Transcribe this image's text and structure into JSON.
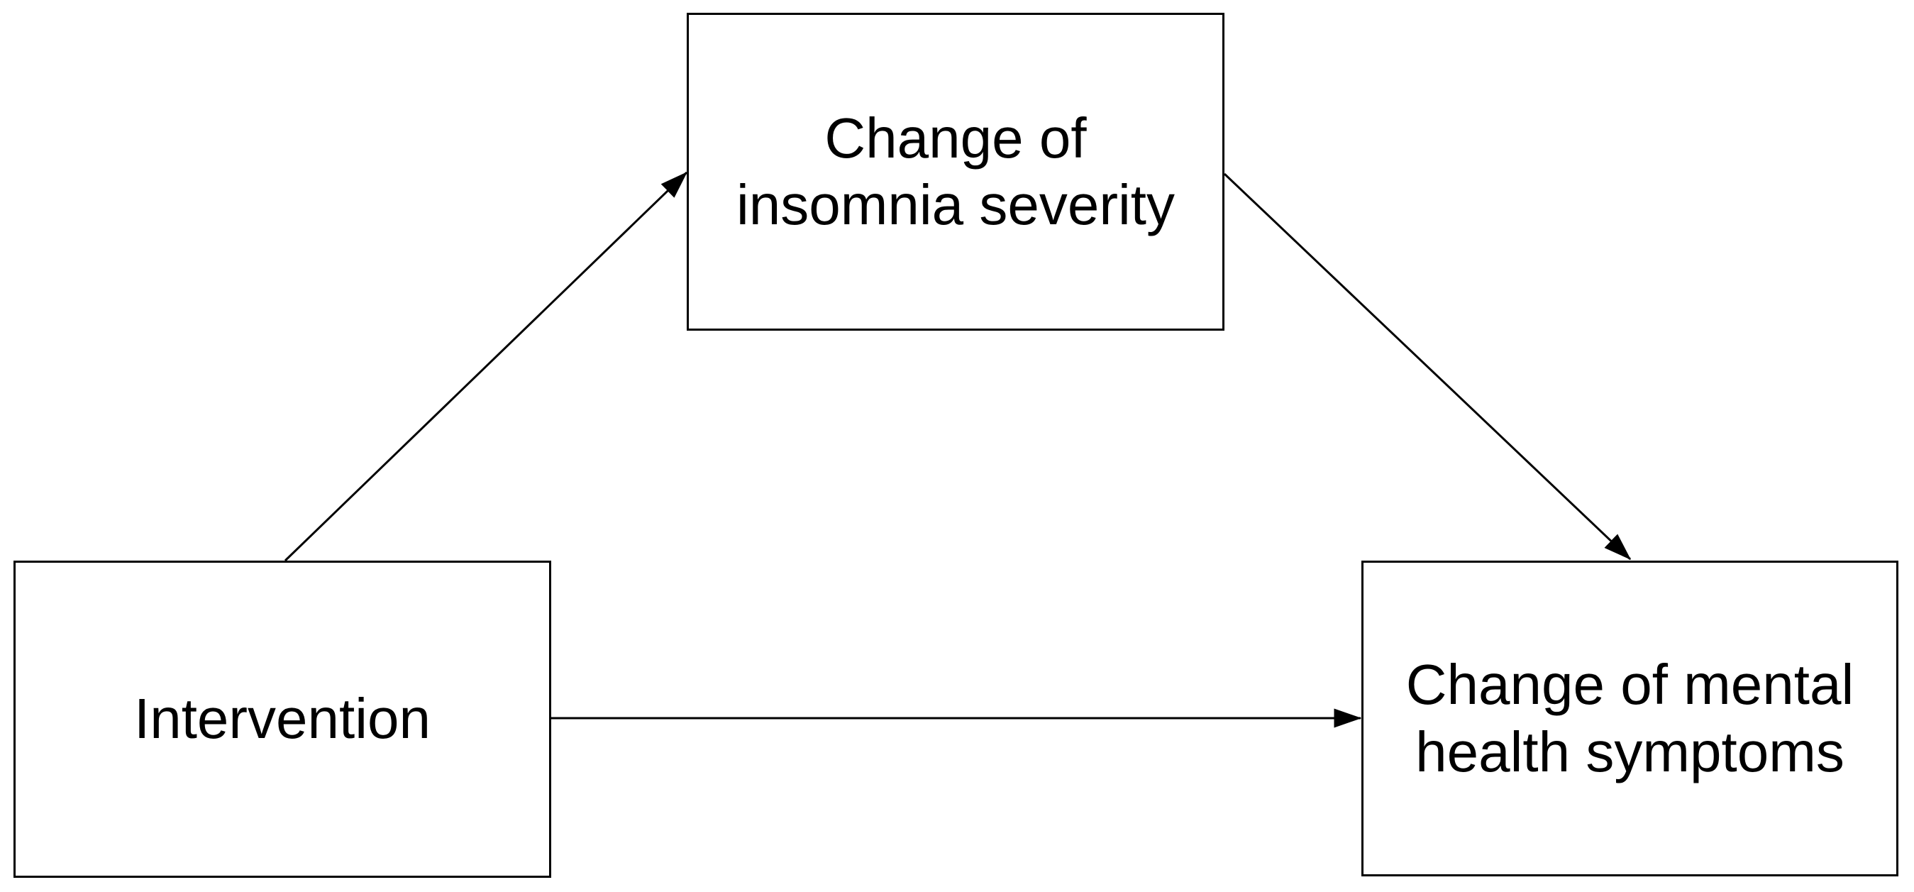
{
  "diagram": {
    "type": "mediation-path-diagram",
    "background_color": "#ffffff",
    "line_color": "#000000",
    "text_color": "#000000",
    "box_fill_color": "#ffffff",
    "nodes": {
      "intervention": {
        "lines": [
          "Intervention"
        ]
      },
      "mediator": {
        "lines": [
          "Change of",
          "insomnia severity"
        ]
      },
      "outcome": {
        "lines": [
          "Change of mental",
          "health symptoms"
        ]
      }
    },
    "edges": [
      {
        "from": "Intervention",
        "to": "Change of insomnia severity"
      },
      {
        "from": "Change of insomnia severity",
        "to": "Change of mental health symptoms"
      },
      {
        "from": "Intervention",
        "to": "Change of mental health symptoms"
      }
    ]
  }
}
